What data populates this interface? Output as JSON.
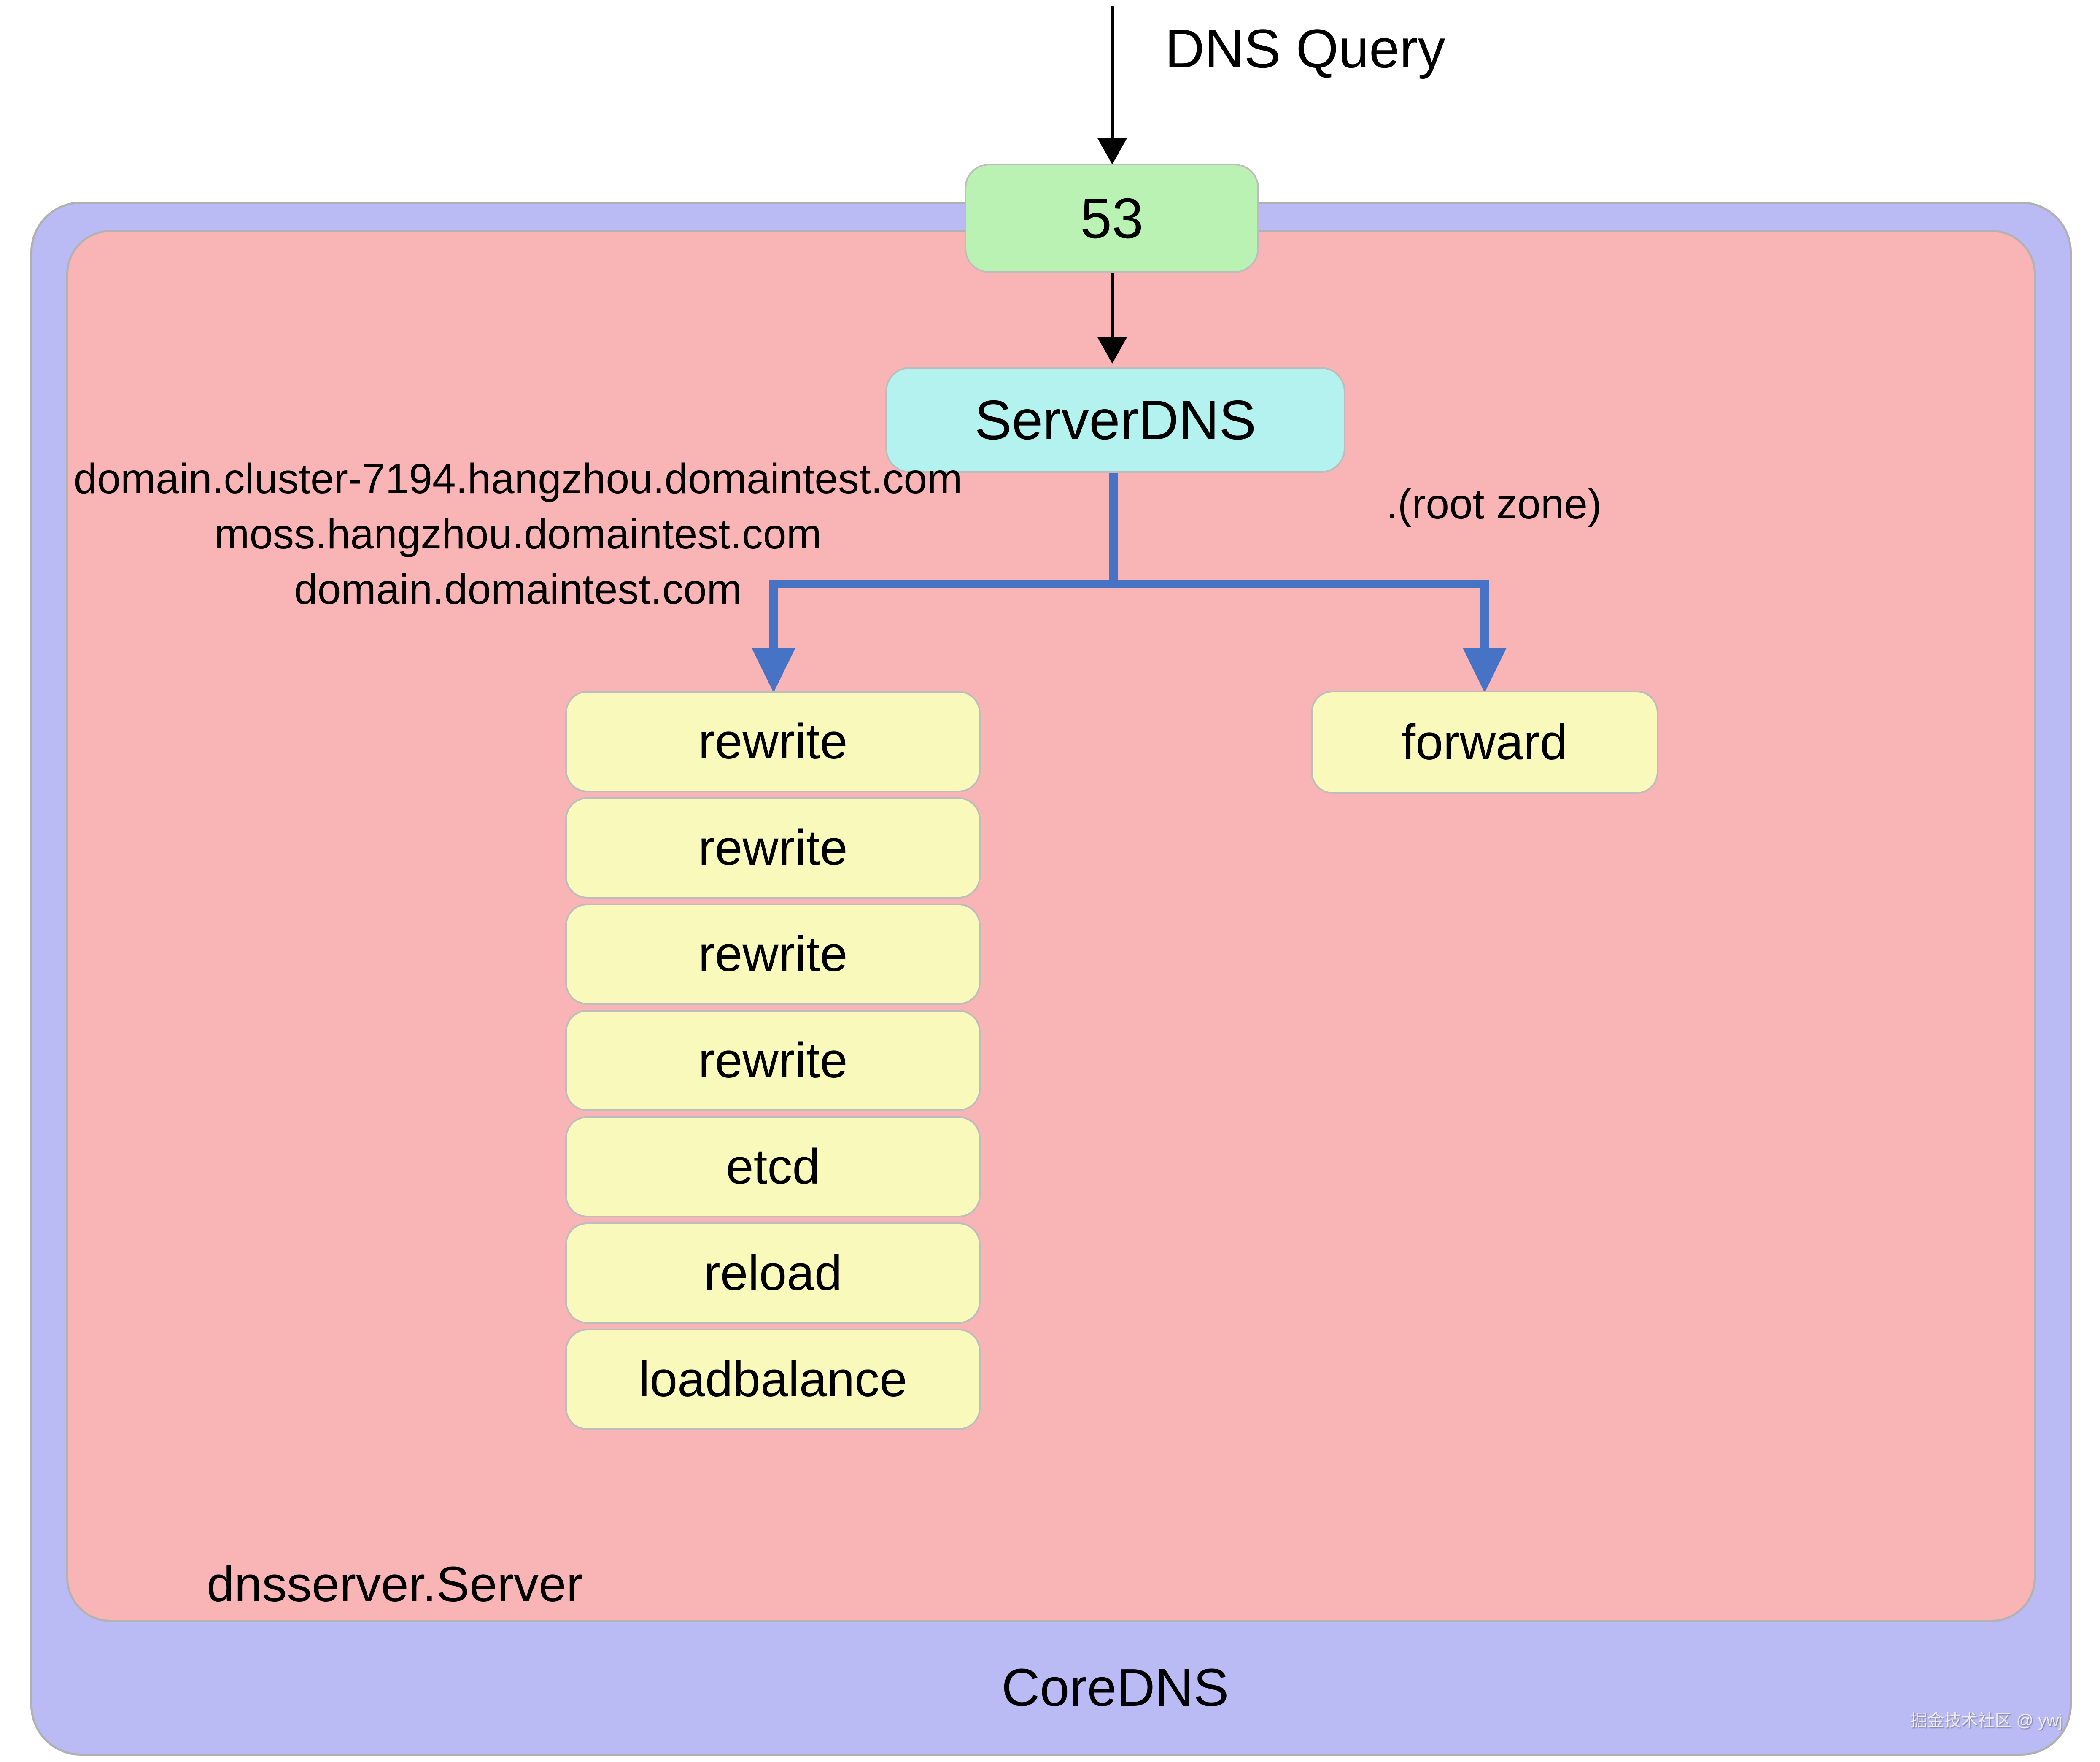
{
  "flow": {
    "dns_query_label": "DNS Query",
    "port_label": "53",
    "server_label": "ServerDNS",
    "forward_label": "forward"
  },
  "annotations": {
    "left_domains": [
      "domain.cluster-7194.hangzhou.domaintest.com",
      "moss.hangzhou.domaintest.com",
      "domain.domaintest.com"
    ],
    "right_zone": ".(root zone)"
  },
  "plugin_chain": [
    "rewrite",
    "rewrite",
    "rewrite",
    "rewrite",
    "etcd",
    "reload",
    "loadbalance"
  ],
  "containers": {
    "inner_label": "dnsserver.Server",
    "outer_label": "CoreDNS"
  },
  "watermark": {
    "text": "掘金技术社区 @ ywj"
  },
  "colors": {
    "outer_container": "#babaf5",
    "inner_container": "#f9b5b5",
    "port_node": "#b9f2b3",
    "server_node": "#b4f2ef",
    "plugin_node": "#f8f9ba",
    "connector_blue": "#4673c6",
    "connector_black": "#000000",
    "node_border": "#bdbdbd",
    "background": "#ffffff"
  }
}
